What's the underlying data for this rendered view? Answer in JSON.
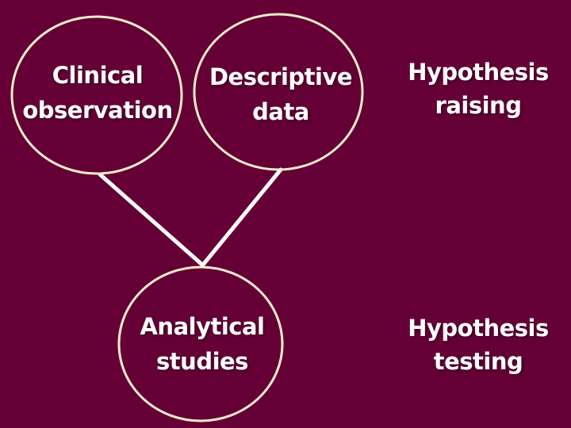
{
  "colors": {
    "background": "#650036",
    "circle_stroke": "#F7ECCB",
    "connector_stroke": "#FFFFFF",
    "text": "#FFFFFF"
  },
  "diagram": {
    "circles": [
      {
        "id": "clinical-observation",
        "lines": [
          "Clinical",
          "observation"
        ]
      },
      {
        "id": "descriptive-data",
        "lines": [
          "Descriptive",
          "data"
        ]
      },
      {
        "id": "analytical-studies",
        "lines": [
          "Analytical",
          "studies"
        ]
      }
    ],
    "side_labels": [
      {
        "id": "hypothesis-raising",
        "lines": [
          "Hypothesis",
          "raising"
        ]
      },
      {
        "id": "hypothesis-testing",
        "lines": [
          "Hypothesis",
          "testing"
        ]
      }
    ],
    "connectors": [
      {
        "from": "clinical-observation",
        "to": "analytical-studies"
      },
      {
        "from": "descriptive-data",
        "to": "analytical-studies"
      }
    ]
  }
}
